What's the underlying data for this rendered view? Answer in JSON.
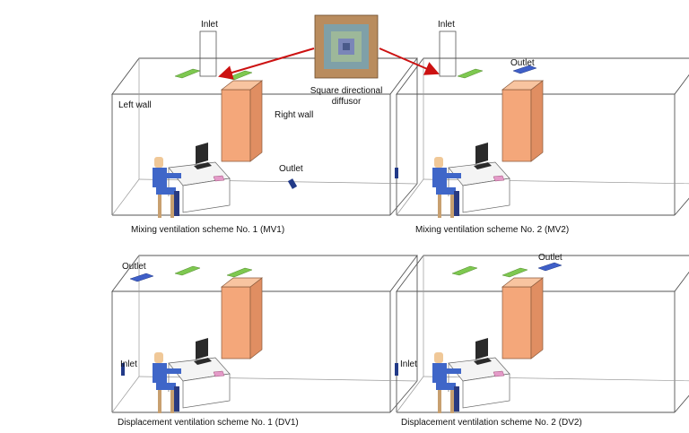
{
  "panels": [
    {
      "caption": "Mixing ventilation scheme No. 1 (MV1)",
      "labels": {
        "inlet": "Inlet",
        "outlet": "Outlet",
        "left_wall": "Left wall",
        "right_wall": "Right wall"
      }
    },
    {
      "caption": "Mixing ventilation scheme No. 2 (MV2)",
      "labels": {
        "inlet": "Inlet",
        "outlet": "Outlet"
      }
    },
    {
      "caption": "Displacement ventilation scheme No. 1 (DV1)",
      "labels": {
        "inlet": "Inlet",
        "outlet": "Outlet"
      }
    },
    {
      "caption": "Displacement ventilation scheme No. 2 (DV2)",
      "labels": {
        "inlet": "Inlet",
        "outlet": "Outlet"
      }
    }
  ],
  "diffuser": {
    "label_line1": "Square directional",
    "label_line2": "diffusor"
  },
  "colors": {
    "cabinet": "#f4a77a",
    "supply_vent": "#7ec850",
    "outlet_vent": "#3f5fc8",
    "arrow": "#cc1111",
    "occupant_chair": "#3f66c8",
    "occupant_skin": "#f0c898",
    "monitor": "#2a2a2a",
    "desk_item": "#e49ac8"
  },
  "icons": [
    "room-box",
    "cabinet",
    "supply-diffuser",
    "exhaust-outlet",
    "seated-occupant",
    "computer-monitor",
    "desk"
  ]
}
